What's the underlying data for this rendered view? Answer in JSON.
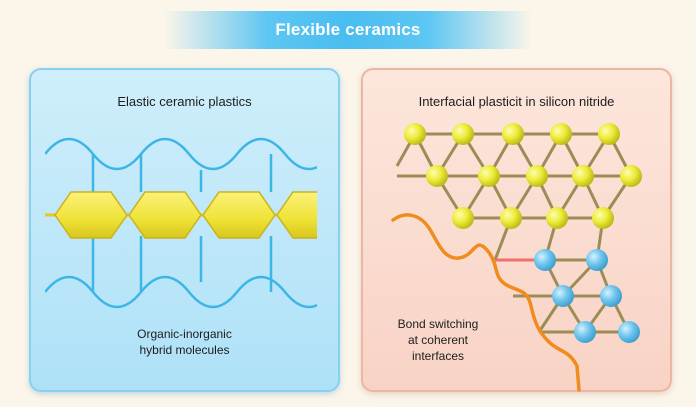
{
  "title": "Flexible ceramics",
  "left_panel": {
    "heading": "Elastic ceramic plastics",
    "caption_line1": "Organic-inorganic",
    "caption_line2": "hybrid molecules"
  },
  "right_panel": {
    "heading": "Interfacial plasticit in silicon nitride",
    "caption_line1": "Bond switching",
    "caption_line2": "at coherent",
    "caption_line3": "interfaces"
  },
  "colors": {
    "accent_blue": "#49bdf0",
    "hexagon_yellow": "#f2e84a",
    "atom_yellow": "#ecec3a",
    "atom_blue": "#6fc6ee",
    "bond_olive": "#9b8d55",
    "chain_orange": "#f08c1e",
    "switched_bond_red": "#f07070"
  }
}
